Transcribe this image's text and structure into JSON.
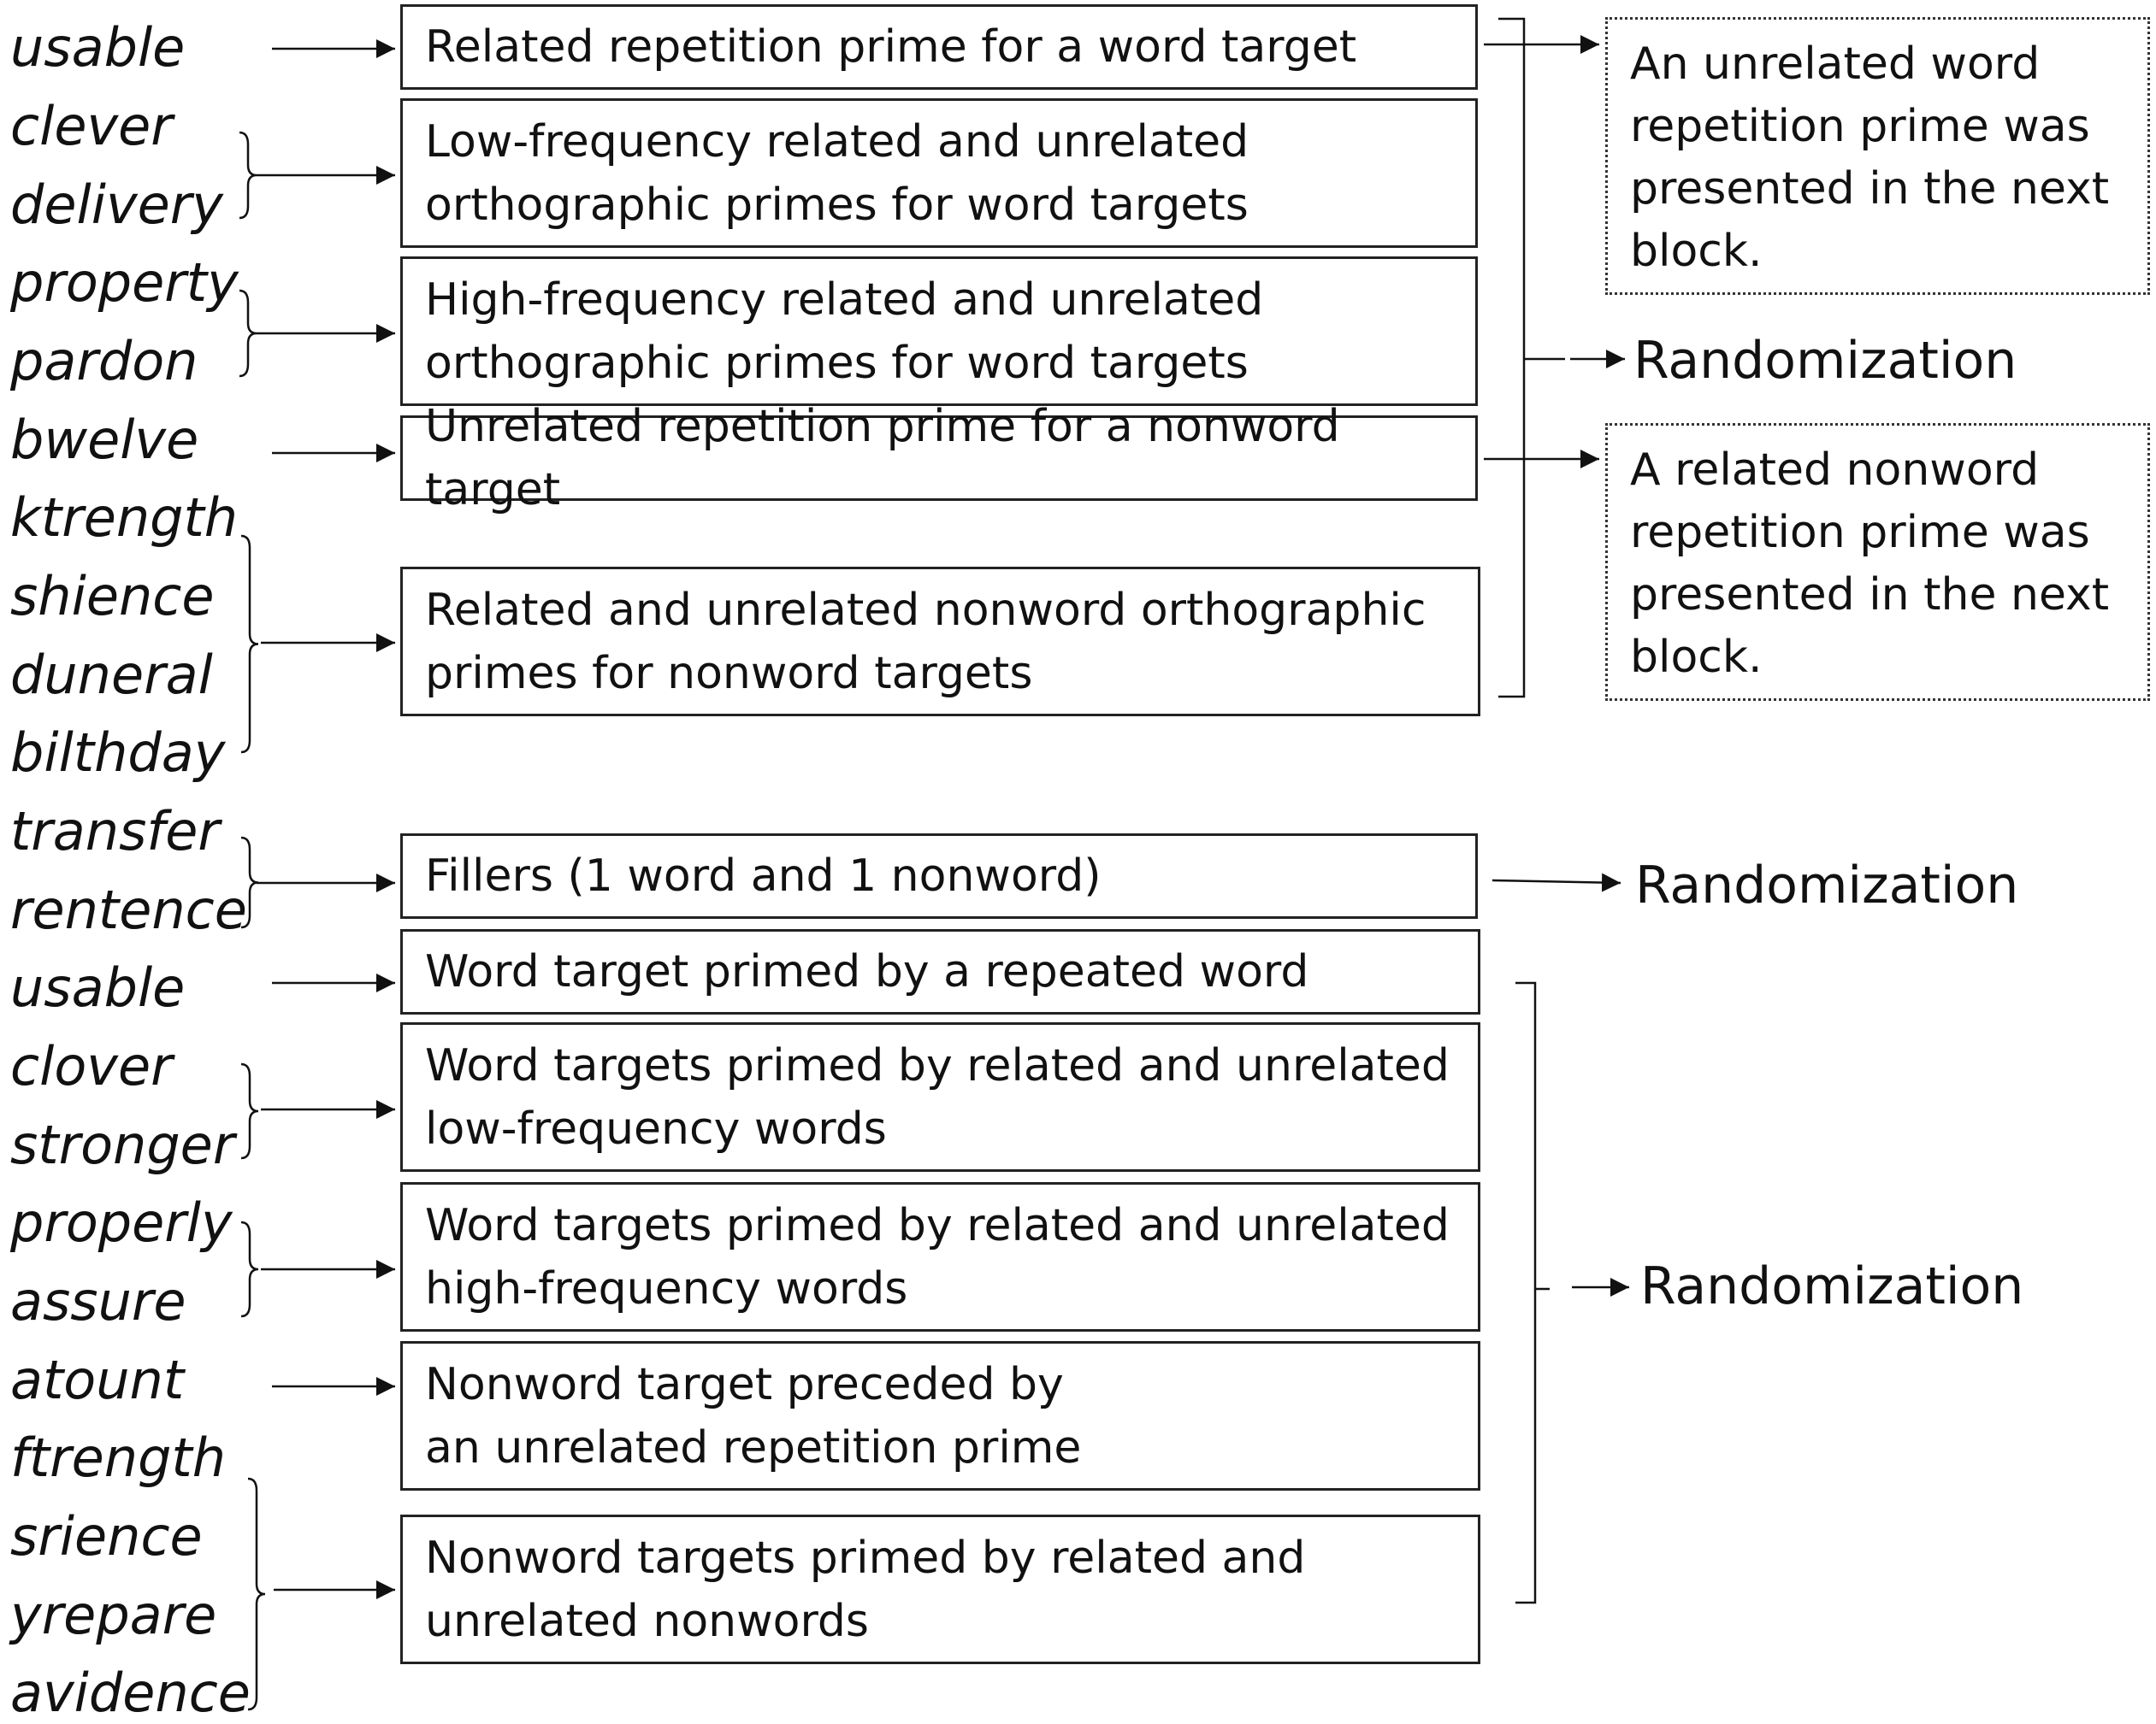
{
  "words": [
    "usable",
    "clever",
    "delivery",
    "property",
    "pardon",
    "bwelve",
    "ktrength",
    "shience",
    "duneral",
    "bilthday",
    "transfer",
    "rentence",
    "usable",
    "clover",
    "stronger",
    "properly",
    "assure",
    "atount",
    "ftrength",
    "srience",
    "yrepare",
    "avidence"
  ],
  "boxes": [
    {
      "lines": [
        "Related repetition prime for a word target"
      ]
    },
    {
      "lines": [
        "Low-frequency related and unrelated",
        "orthographic primes for word targets"
      ]
    },
    {
      "lines": [
        "High-frequency related and unrelated",
        "orthographic primes for word targets"
      ]
    },
    {
      "lines": [
        "Unrelated repetition prime for a nonword target"
      ]
    },
    {
      "lines": [
        "Related and unrelated nonword orthographic",
        "primes for nonword targets"
      ]
    },
    {
      "lines": [
        "Fillers (1 word and 1 nonword)"
      ]
    },
    {
      "lines": [
        "Word target primed by a repeated word"
      ]
    },
    {
      "lines": [
        "Word targets primed by related and unrelated",
        "low-frequency words"
      ]
    },
    {
      "lines": [
        "Word targets primed by related and unrelated",
        "high-frequency words"
      ]
    },
    {
      "lines": [
        "Nonword target preceded by",
        "an unrelated repetition prime"
      ]
    },
    {
      "lines": [
        "Nonword targets primed by related and",
        "unrelated nonwords"
      ]
    }
  ],
  "notes": [
    {
      "lines": [
        "An unrelated word",
        "repetition prime was",
        "presented in the next",
        "block."
      ]
    },
    {
      "lines": [
        "A related nonword",
        "repetition prime was",
        "presented in the next",
        "block."
      ]
    }
  ],
  "randomization_labels": [
    "Randomization",
    "Randomization",
    "Randomization"
  ]
}
